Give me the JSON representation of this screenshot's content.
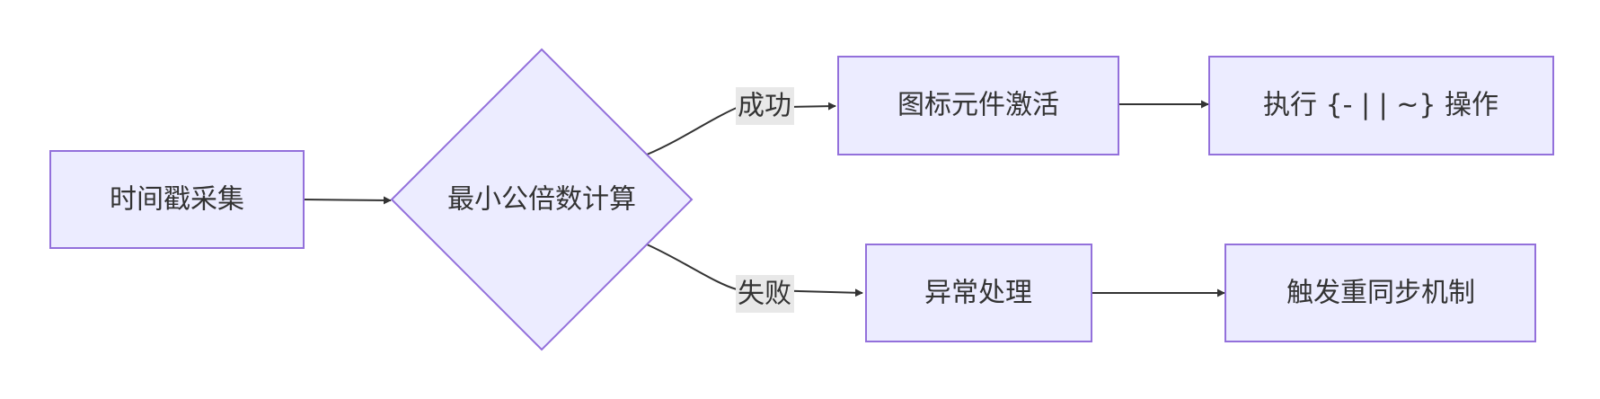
{
  "nodes": {
    "timestamp": "时间戳采集",
    "lcm": "最小公倍数计算",
    "activate": "图标元件激活",
    "execute": "执行 {- | | ~} 操作",
    "exception": "异常处理",
    "resync": "触发重同步机制"
  },
  "edges": {
    "success_label": "成功",
    "failure_label": "失败"
  },
  "colors": {
    "node_fill": "#ececff",
    "node_stroke": "#9370db",
    "edge": "#333333",
    "label_bg": "#e8e8e8",
    "text": "#333333"
  }
}
